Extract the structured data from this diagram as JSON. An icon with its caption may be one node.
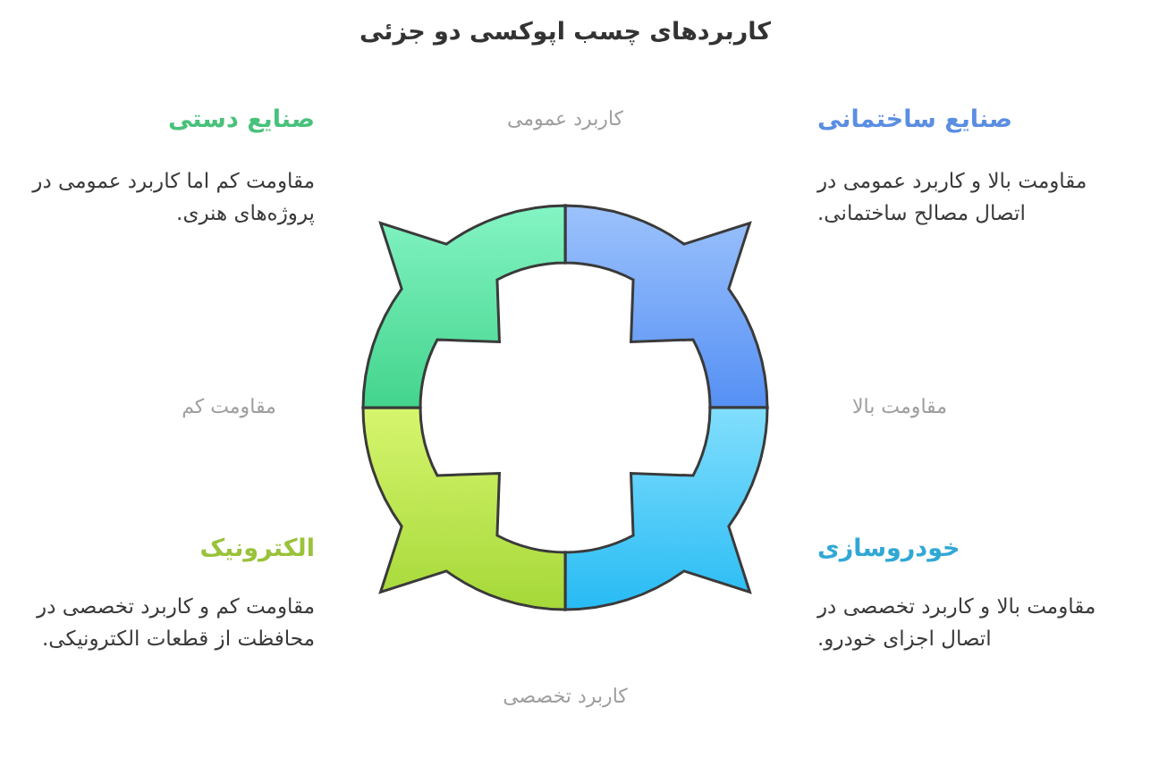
{
  "diagram": {
    "title": "کاربردهای چسب اپوکسی دو جزئی",
    "labels": [
      "صنایع ساختمانی",
      "مقاومت بالا و کاربرد عمومی در اتصال مصالح ساختمانی.",
      "کاربرد عمومی",
      "صنایع دستی",
      "مقاومت کم اما کاربرد عمومی در پروژه‌های هنری.",
      "مقاومت بالا",
      "مقاومت کم",
      "خودروسازی",
      "مقاومت بالا و کاربرد تخصصی در اتصال اجزای خودرو.",
      "الکترونیک",
      "مقاومت کم و کاربرد تخصصی در محافظت از قطعات الکترونیکی.",
      "کاربرد تخصصی"
    ]
  }
}
